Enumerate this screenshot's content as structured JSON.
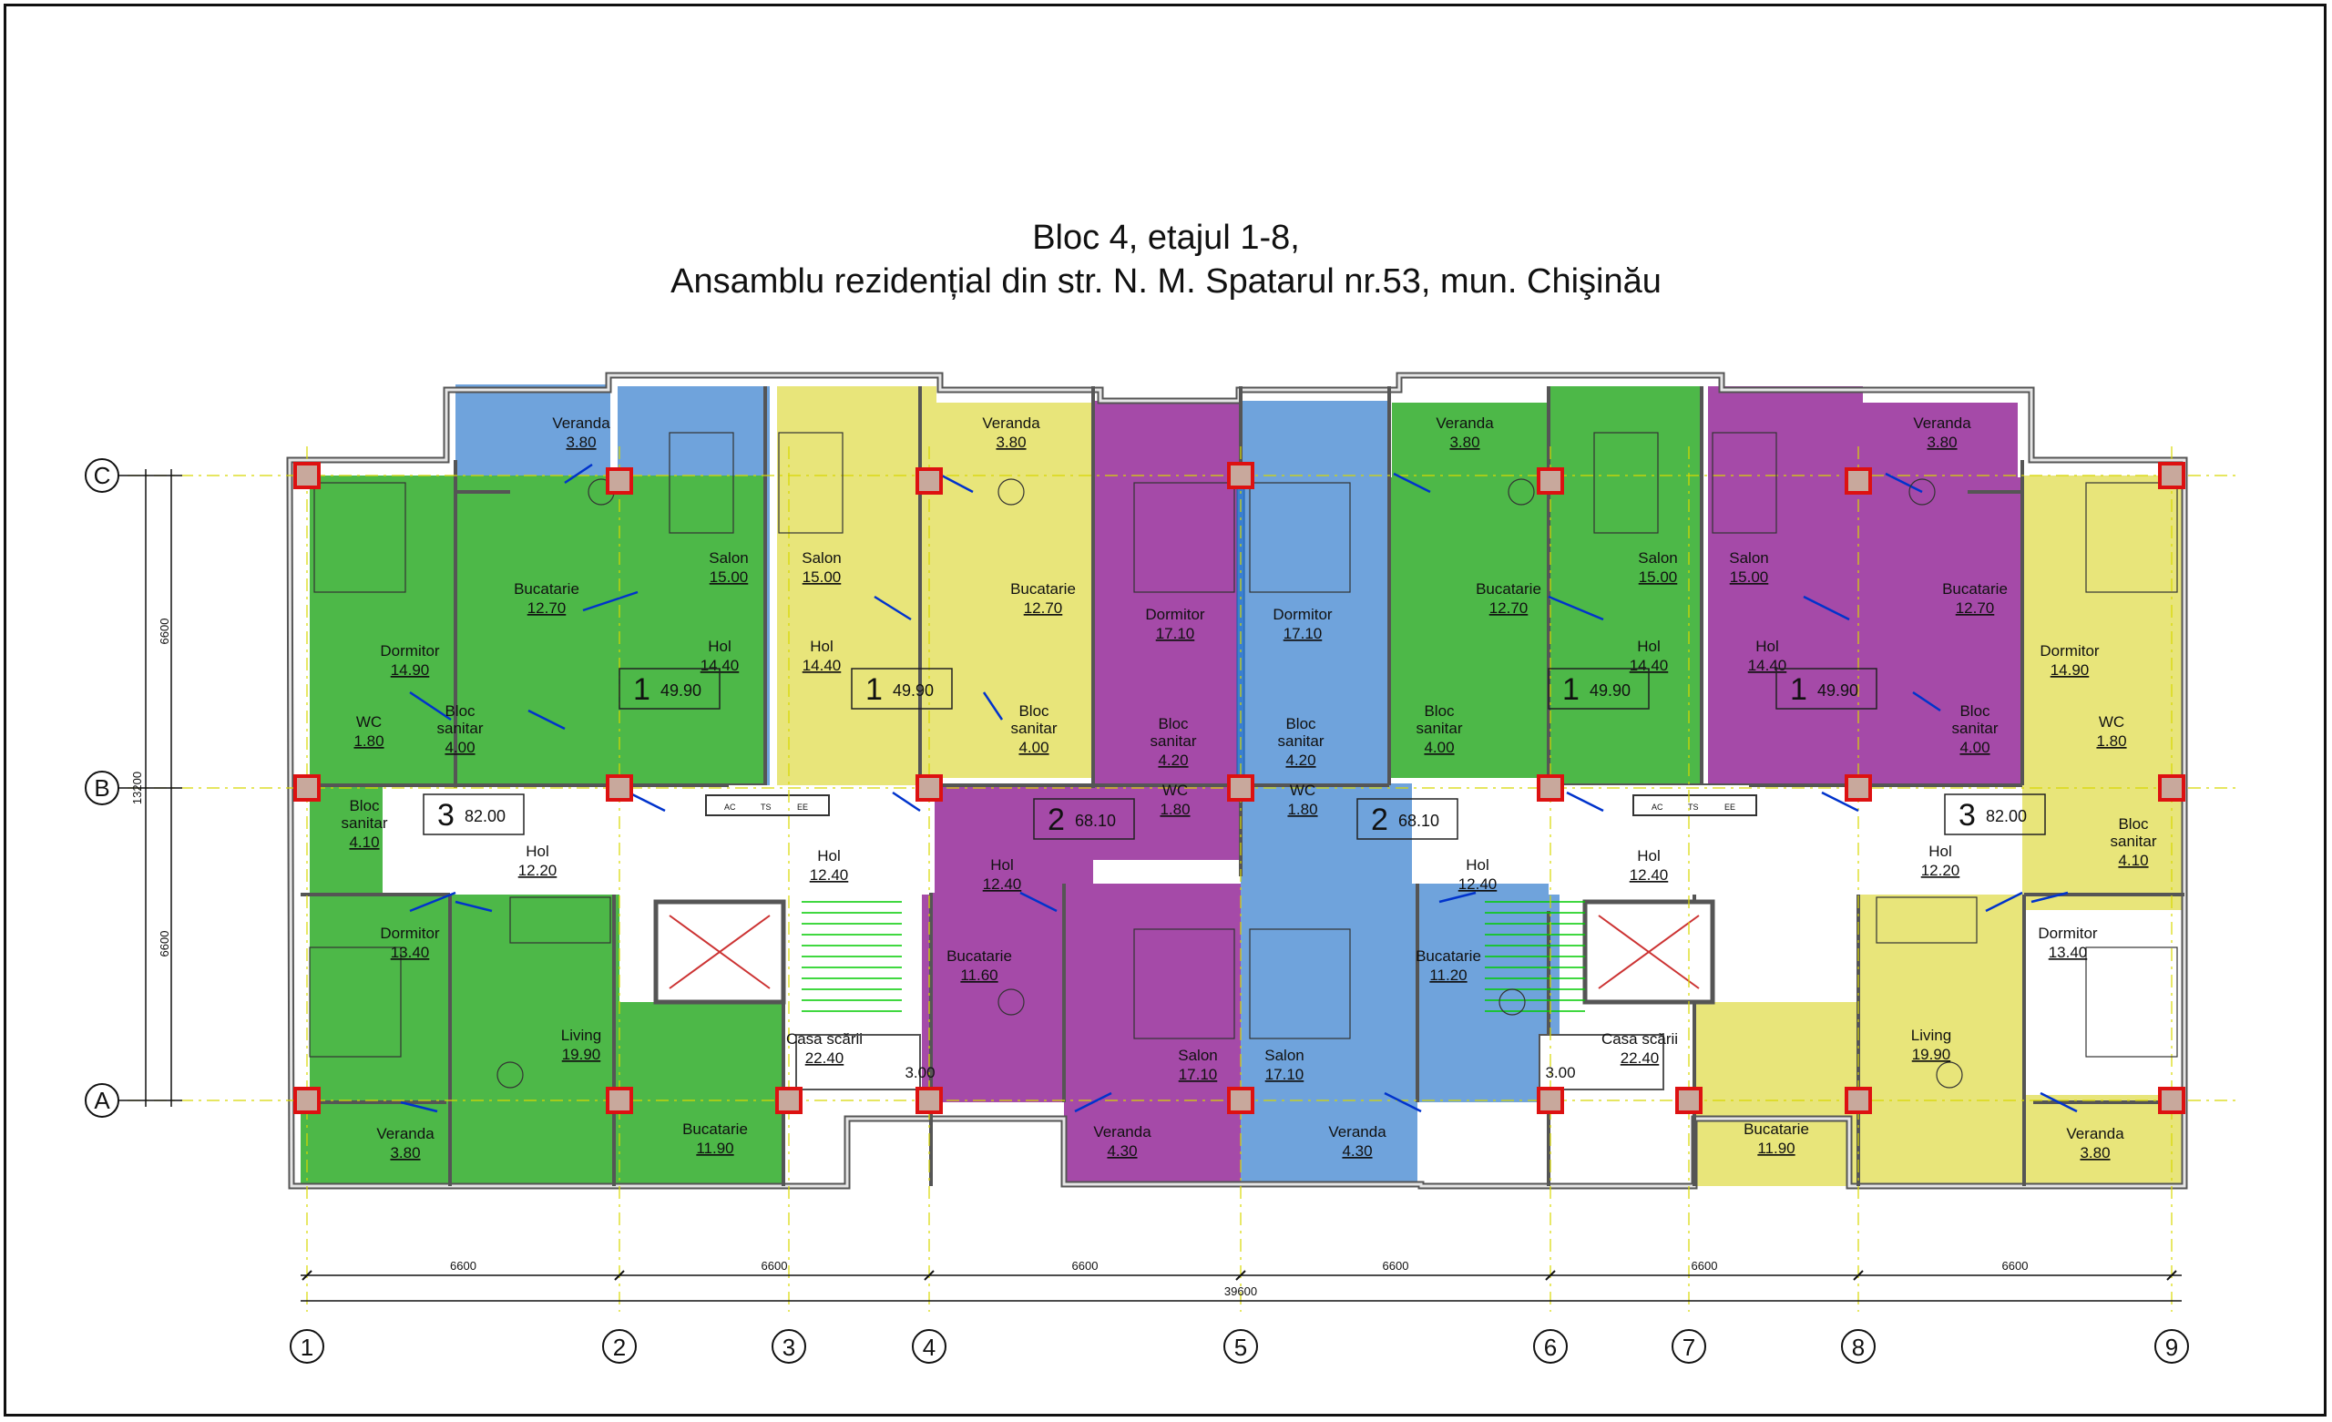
{
  "title_line1": "Bloc 4, etajul 1-8,",
  "title_line2": "Ansamblu rezidențial din str. N. M. Spatarul nr.53, mun. Chişinău",
  "colors": {
    "green": "#4db848",
    "blue": "#6fa3dc",
    "yellow": "#e8e57a",
    "purple": "#a54aa8",
    "white": "#ffffff",
    "wall": "#b5b5b5",
    "column_fill": "#c8a89c",
    "column_border": "#dd1111",
    "door": "#0033cc",
    "axis_line": "#d8d800",
    "stair_lines": "#00cc00",
    "elevator_cross": "#cc3333"
  },
  "axes_vertical": [
    "1",
    "2",
    "3",
    "4",
    "5",
    "6",
    "7",
    "8",
    "9"
  ],
  "axes_horizontal": [
    "C",
    "B",
    "A"
  ],
  "dimensions": {
    "bottom_segments": [
      "6600",
      "6600",
      "6600",
      "6600",
      "6600",
      "6600"
    ],
    "bottom_total": "39600",
    "left_segments": [
      "6600",
      "6600"
    ],
    "left_total": "13200"
  },
  "rooms": [
    {
      "name": "Veranda",
      "area": "3.80"
    },
    {
      "name": "Bucatarie",
      "area": "12.70"
    },
    {
      "name": "Salon",
      "area": "15.00"
    },
    {
      "name": "Salon",
      "area": "15.00"
    },
    {
      "name": "Veranda",
      "area": "3.80"
    },
    {
      "name": "Bucatarie",
      "area": "12.70"
    },
    {
      "name": "Dormitor",
      "area": "17.10"
    },
    {
      "name": "Dormitor",
      "area": "17.10"
    },
    {
      "name": "Veranda",
      "area": "3.80"
    },
    {
      "name": "Bucatarie",
      "area": "12.70"
    },
    {
      "name": "Salon",
      "area": "15.00"
    },
    {
      "name": "Salon",
      "area": "15.00"
    },
    {
      "name": "Veranda",
      "area": "3.80"
    },
    {
      "name": "Bucatarie",
      "area": "12.70"
    },
    {
      "name": "Dormitor",
      "area": "14.90"
    },
    {
      "name": "Hol",
      "area": "14.40"
    },
    {
      "name": "Hol",
      "area": "14.40"
    },
    {
      "name": "Hol",
      "area": "14.40"
    },
    {
      "name": "Hol",
      "area": "14.40"
    },
    {
      "name": "Dormitor",
      "area": "14.90"
    },
    {
      "name": "Bloc sanitar",
      "area": "4.00"
    },
    {
      "name": "Bloc sanitar",
      "area": "4.00"
    },
    {
      "name": "Bloc sanitar",
      "area": "4.20"
    },
    {
      "name": "Bloc sanitar",
      "area": "4.20"
    },
    {
      "name": "Bloc sanitar",
      "area": "4.00"
    },
    {
      "name": "Bloc sanitar",
      "area": "4.00"
    },
    {
      "name": "WC",
      "area": "1.80"
    },
    {
      "name": "WC",
      "area": "1.80"
    },
    {
      "name": "WC",
      "area": "1.80"
    },
    {
      "name": "WC",
      "area": "1.80"
    },
    {
      "name": "Bloc sanitar",
      "area": "4.10"
    },
    {
      "name": "Bloc sanitar",
      "area": "4.10"
    },
    {
      "name": "Hol",
      "area": "12.20"
    },
    {
      "name": "Hol",
      "area": "12.40"
    },
    {
      "name": "Hol",
      "area": "12.40"
    },
    {
      "name": "Hol",
      "area": "12.40"
    },
    {
      "name": "Hol",
      "area": "12.40"
    },
    {
      "name": "Hol",
      "area": "12.20"
    },
    {
      "name": "Dormitor",
      "area": "13.40"
    },
    {
      "name": "Bucatarie",
      "area": "11.60"
    },
    {
      "name": "Bucatarie",
      "area": "11.20"
    },
    {
      "name": "Dormitor",
      "area": "13.40"
    },
    {
      "name": "Living",
      "area": "19.90"
    },
    {
      "name": "Casa scării",
      "area": "22.40"
    },
    {
      "name": "Salon",
      "area": "17.10"
    },
    {
      "name": "Salon",
      "area": "17.10"
    },
    {
      "name": "Casa scării",
      "area": "22.40"
    },
    {
      "name": "Living",
      "area": "19.90"
    },
    {
      "name": "Veranda",
      "area": "3.80"
    },
    {
      "name": "Bucatarie",
      "area": "11.90"
    },
    {
      "name": "Veranda",
      "area": "4.30"
    },
    {
      "name": "Veranda",
      "area": "4.30"
    },
    {
      "name": "Bucatarie",
      "area": "11.90"
    },
    {
      "name": "Veranda",
      "area": "3.80"
    }
  ],
  "stair_extra": [
    "3.00",
    "3.00"
  ],
  "apartments": [
    {
      "rooms": "1",
      "area": "49.90"
    },
    {
      "rooms": "1",
      "area": "49.90"
    },
    {
      "rooms": "1",
      "area": "49.90"
    },
    {
      "rooms": "1",
      "area": "49.90"
    },
    {
      "rooms": "3",
      "area": "82.00"
    },
    {
      "rooms": "2",
      "area": "68.10"
    },
    {
      "rooms": "2",
      "area": "68.10"
    },
    {
      "rooms": "3",
      "area": "82.00"
    }
  ],
  "shaft_labels": [
    "AC",
    "TS",
    "EE"
  ]
}
